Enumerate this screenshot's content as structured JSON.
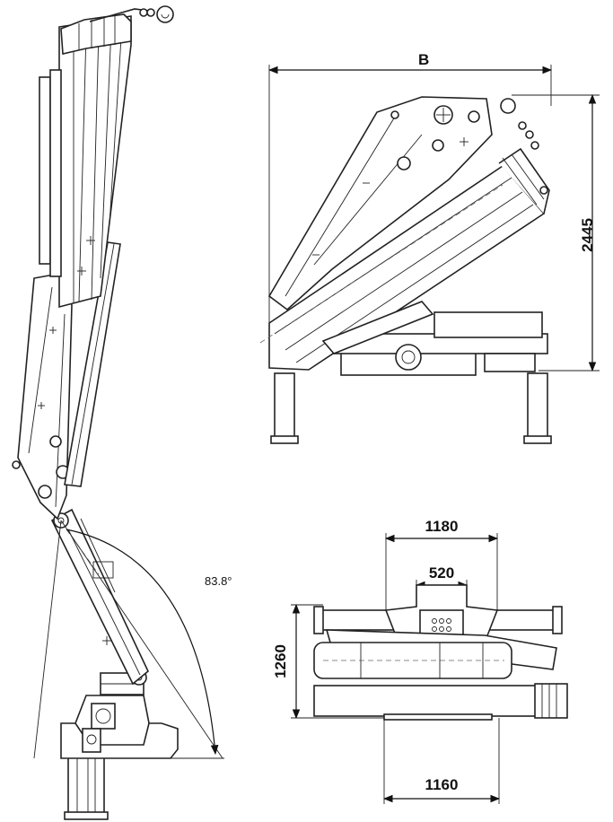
{
  "dimensions": {
    "width_label": "B",
    "height_label": "2445",
    "angle_label": "83.8°",
    "top_width": "1180",
    "inner_width": "520",
    "side_height": "1260",
    "bottom_width": "1160"
  },
  "colors": {
    "line": "#222222",
    "background": "#ffffff"
  }
}
